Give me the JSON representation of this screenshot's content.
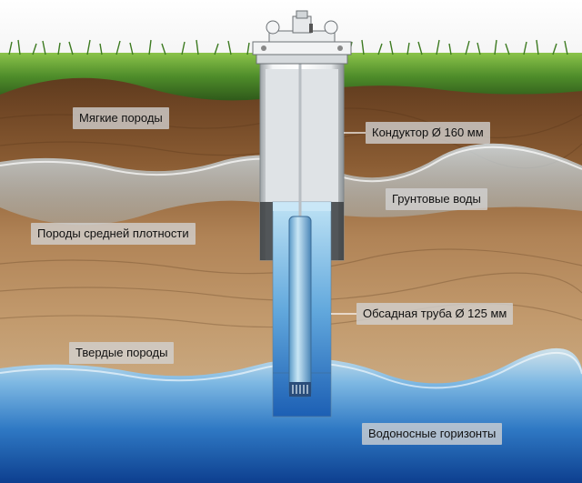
{
  "labels": {
    "soft_rocks": "Мягкие породы",
    "conductor": "Кондуктор  Ø 160 мм",
    "ground_water": "Грунтовые воды",
    "medium_rocks": "Породы средней плотности",
    "casing": "Обсадная труба  Ø 125 мм",
    "hard_rocks": "Твердые породы",
    "aquifers": "Водоносные горизонты"
  },
  "colors": {
    "grass": "#4f8f2a",
    "soil_top": "#6b4322",
    "soil_mid": "#b98a55",
    "soil_hard": "#c9a77c",
    "water": "#8fc4e6",
    "aquifer": "#1f5fb0",
    "pipe": "#e9ecef"
  }
}
